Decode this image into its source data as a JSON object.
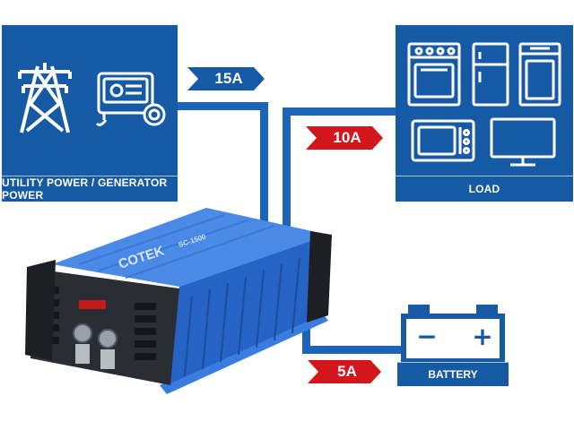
{
  "source": {
    "label": "UTILITY POWER / GENERATOR POWER",
    "icons": [
      "power-tower-icon",
      "generator-icon"
    ]
  },
  "load": {
    "label": "LOAD",
    "icons": [
      "stove-oven-icon",
      "refrigerator-icon",
      "dishwasher-icon",
      "microwave-icon",
      "monitor-icon"
    ]
  },
  "battery": {
    "label": "BATTERY",
    "minus": "−",
    "plus": "+"
  },
  "flows": {
    "input": "15A",
    "to_load": "10A",
    "to_battery": "5A"
  },
  "device": {
    "brand": "COTEK",
    "model": "SC-1500"
  },
  "colors": {
    "panel_blue": "#1659a5",
    "wire_blue": "#1b64b8",
    "flow_red": "#d3151c",
    "device_blue": "#2f6fd6"
  }
}
